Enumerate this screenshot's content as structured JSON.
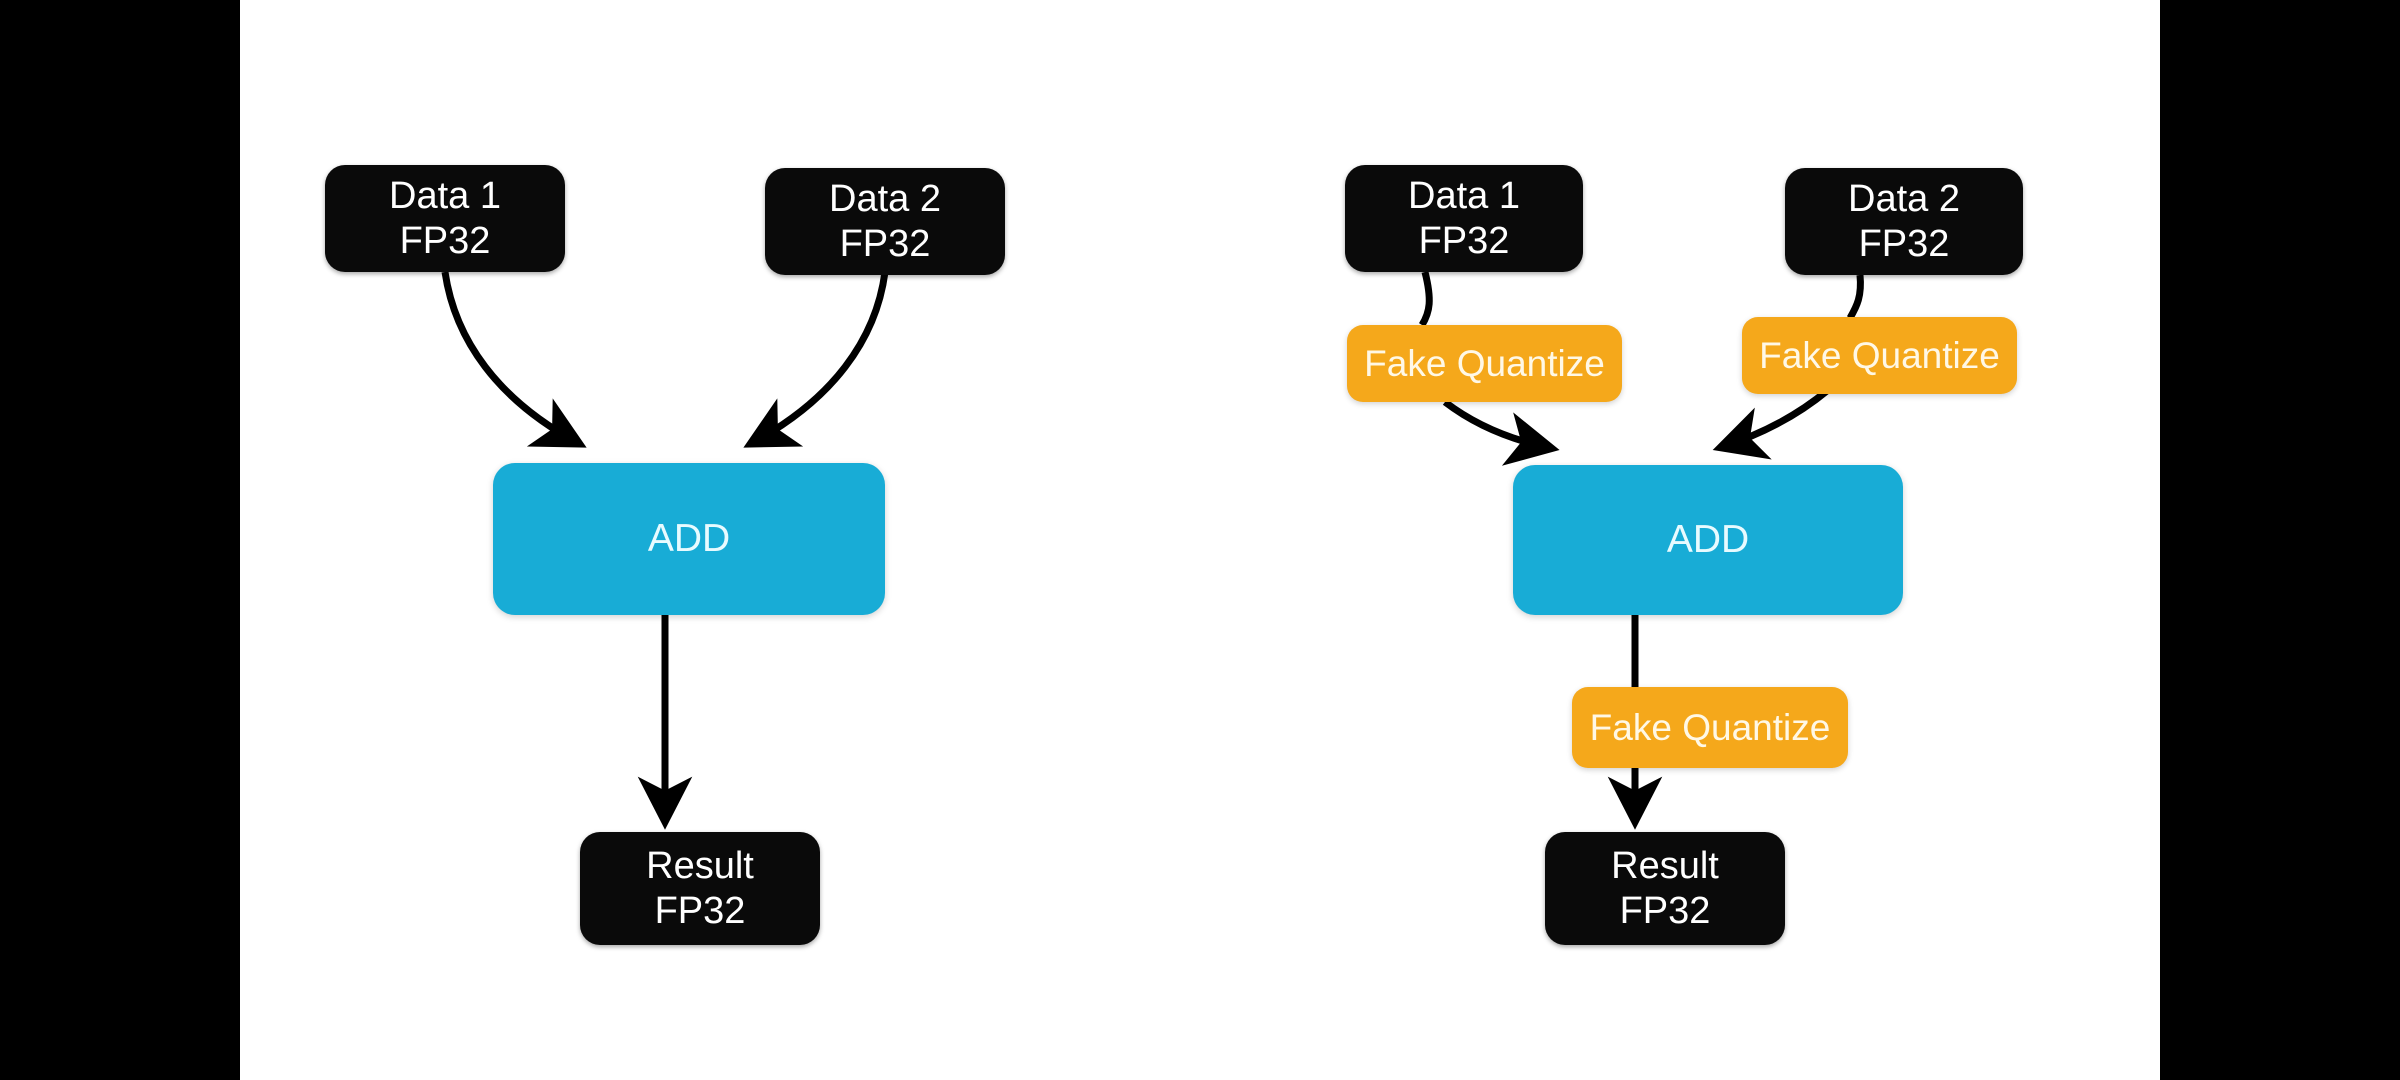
{
  "slide": {
    "background_color": "#FFFFFF",
    "letterbox_color": "#000000"
  },
  "palette": {
    "data_node_fill": "#0A0A0A",
    "data_node_text": "#FFFFFF",
    "op_node_fill": "#18ACD6",
    "op_node_text": "#E8FBFF",
    "fake_quantize_fill": "#F5A81B",
    "fake_quantize_text": "#FFF8E6",
    "edge_color": "#000000"
  },
  "diagrams": {
    "left": {
      "nodes": {
        "data1": {
          "title": "Data 1",
          "dtype": "FP32"
        },
        "data2": {
          "title": "Data 2",
          "dtype": "FP32"
        },
        "op": {
          "label": "ADD"
        },
        "result": {
          "title": "Result",
          "dtype": "FP32"
        }
      }
    },
    "right": {
      "nodes": {
        "data1": {
          "title": "Data 1",
          "dtype": "FP32"
        },
        "data2": {
          "title": "Data 2",
          "dtype": "FP32"
        },
        "fq_input1": {
          "label": "Fake Quantize"
        },
        "fq_input2": {
          "label": "Fake Quantize"
        },
        "op": {
          "label": "ADD"
        },
        "fq_output": {
          "label": "Fake Quantize"
        },
        "result": {
          "title": "Result",
          "dtype": "FP32"
        }
      }
    }
  }
}
